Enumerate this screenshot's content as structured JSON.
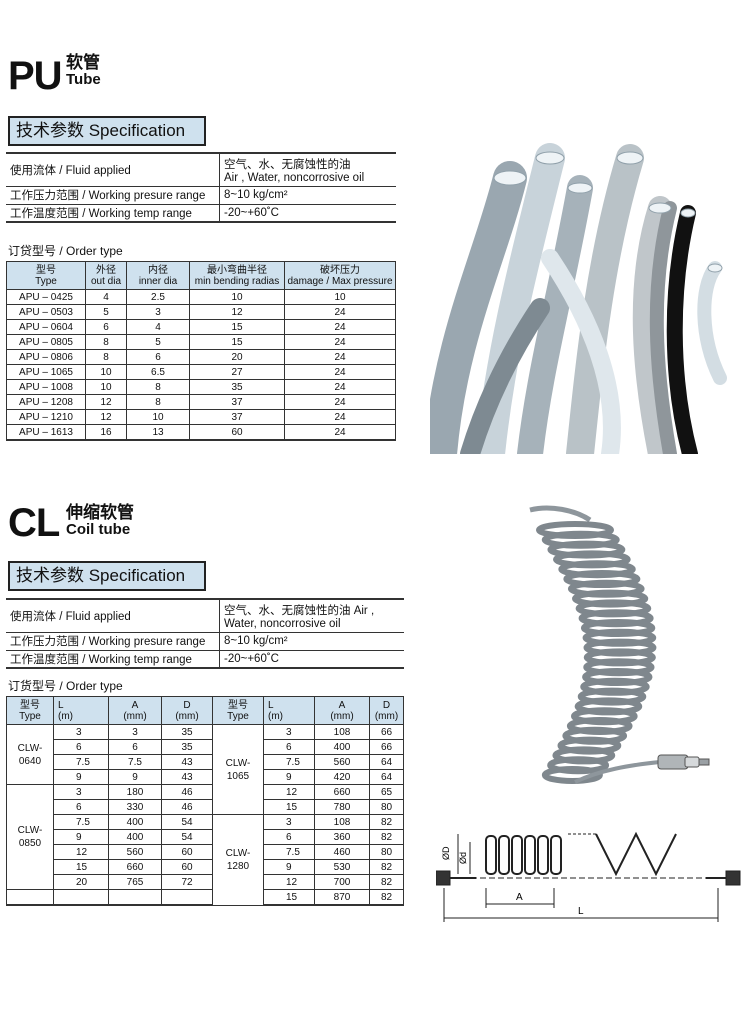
{
  "pu": {
    "code": "PU",
    "title_cn": "软管",
    "title_en": "Tube",
    "spec_heading": "技术参数 Specification",
    "fluid_label": "使用流体 / Fluid applied",
    "fluid_value_cn": "空气、水、无腐蚀性的油",
    "fluid_value_en": "Air , Water, noncorrosive oil",
    "pressure_label": "工作压力范围 / Working presure range",
    "pressure_value": "8~10 kg/cm²",
    "temp_label": "工作温度范围 / Working temp range",
    "temp_value": "-20~+60˚C",
    "order_heading": "订贷型号 / Order type",
    "table_headers": [
      {
        "cn": "型号",
        "en": "Type"
      },
      {
        "cn": "外径",
        "en": "out dia"
      },
      {
        "cn": "内径",
        "en": "inner dia"
      },
      {
        "cn": "最小弯曲半径",
        "en": "min bending radias"
      },
      {
        "cn": "破坏压力",
        "en": "damage / Max pressure"
      }
    ],
    "rows": [
      [
        "APU – 0425",
        "4",
        "2.5",
        "10",
        "10"
      ],
      [
        "APU – 0503",
        "5",
        "3",
        "12",
        "24"
      ],
      [
        "APU – 0604",
        "6",
        "4",
        "15",
        "24"
      ],
      [
        "APU – 0805",
        "8",
        "5",
        "15",
        "24"
      ],
      [
        "APU – 0806",
        "8",
        "6",
        "20",
        "24"
      ],
      [
        "APU – 1065",
        "10",
        "6.5",
        "27",
        "24"
      ],
      [
        "APU – 1008",
        "10",
        "8",
        "35",
        "24"
      ],
      [
        "APU – 1208",
        "12",
        "8",
        "37",
        "24"
      ],
      [
        "APU – 1210",
        "12",
        "10",
        "37",
        "24"
      ],
      [
        "APU – 1613",
        "16",
        "13",
        "60",
        "24"
      ]
    ]
  },
  "cl": {
    "code": "CL",
    "title_cn": "伸缩软管",
    "title_en": "Coil tube",
    "spec_heading": "技术参数 Specification",
    "fluid_label": "使用流体 / Fluid applied",
    "fluid_value_1": "空气、水、无腐蚀性的油 Air ,",
    "fluid_value_2": "Water, noncorrosive oil",
    "pressure_label": "工作压力范围 / Working presure range",
    "pressure_value": "8~10 kg/cm²",
    "temp_label": "工作温度范围 / Working temp range",
    "temp_value": "-20~+60˚C",
    "order_heading": "订货型号 / Order type",
    "headers": {
      "type_cn": "型号",
      "type_en": "Type",
      "l": "L",
      "l_unit": "(m)",
      "a": "A",
      "a_unit": "(mm)",
      "d": "D",
      "d_unit": "(mm)",
      "d_full": "D (mm)"
    },
    "left_groups": [
      {
        "name_1": "CLW-",
        "name_2": "0640",
        "rows": [
          [
            "3",
            "3",
            "35"
          ],
          [
            "6",
            "6",
            "35"
          ],
          [
            "7.5",
            "7.5",
            "43"
          ],
          [
            "9",
            "9",
            "43"
          ]
        ]
      },
      {
        "name_1": "CLW-",
        "name_2": "0850",
        "rows": [
          [
            "3",
            "180",
            "46"
          ],
          [
            "6",
            "330",
            "46"
          ],
          [
            "7.5",
            "400",
            "54"
          ],
          [
            "9",
            "400",
            "54"
          ],
          [
            "12",
            "560",
            "60"
          ],
          [
            "15",
            "660",
            "60"
          ],
          [
            "20",
            "765",
            "72"
          ]
        ]
      }
    ],
    "right_groups": [
      {
        "name_1": "CLW-",
        "name_2": "1065",
        "rows": [
          [
            "3",
            "108",
            "66"
          ],
          [
            "6",
            "400",
            "66"
          ],
          [
            "7.5",
            "560",
            "64"
          ],
          [
            "9",
            "420",
            "64"
          ],
          [
            "12",
            "660",
            "65"
          ],
          [
            "15",
            "780",
            "80"
          ]
        ]
      },
      {
        "name_1": "CLW-",
        "name_2": "1280",
        "rows": [
          [
            "3",
            "108",
            "82"
          ],
          [
            "6",
            "360",
            "82"
          ],
          [
            "7.5",
            "460",
            "80"
          ],
          [
            "9",
            "530",
            "82"
          ],
          [
            "12",
            "700",
            "82"
          ],
          [
            "15",
            "870",
            "82"
          ]
        ]
      }
    ],
    "diagram": {
      "label_od": "ØD",
      "label_id": "Ød",
      "label_a": "A",
      "label_l": "L"
    }
  }
}
